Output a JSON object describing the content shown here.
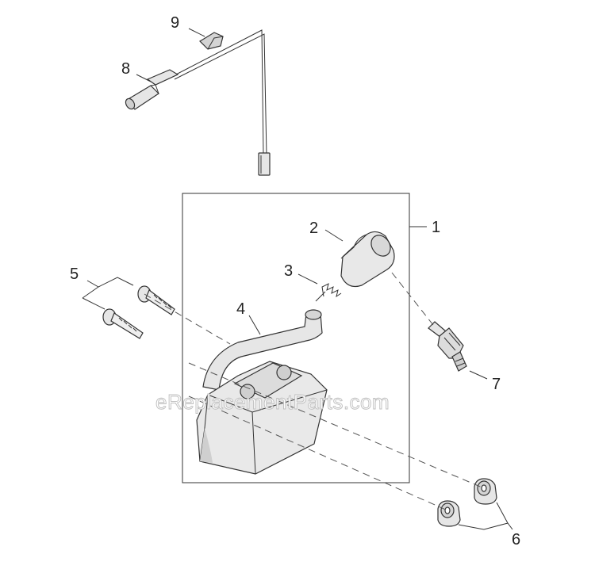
{
  "callouts": {
    "c1": "1",
    "c2": "2",
    "c3": "3",
    "c4": "4",
    "c5": "5",
    "c6": "6",
    "c7": "7",
    "c8": "8",
    "c9": "9"
  },
  "watermark": "eReplacementParts.com",
  "colors": {
    "line": "#333333",
    "part_fill": "#e6e6e6",
    "part_shadow": "#bdbdbd"
  }
}
